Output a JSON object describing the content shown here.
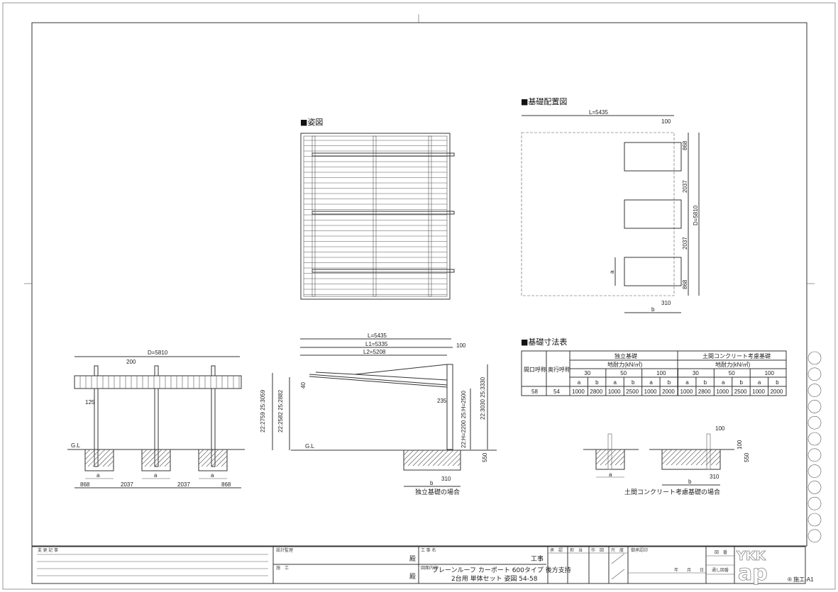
{
  "views": {
    "elevation_title": "■姿図",
    "foundation_layout_title": "■基礎配置図",
    "foundation_table_title": "■基礎寸法表"
  },
  "front_view": {
    "depth": "D=5810",
    "dim_200": "200",
    "dim_125": "125",
    "gl": "G.L",
    "a1": "a",
    "a2": "a",
    "a3": "a",
    "spacing": [
      "868",
      "2037",
      "2037",
      "868"
    ]
  },
  "side_view": {
    "L": "L=5435",
    "L1": "L1=5335",
    "L2": "L2=5208",
    "dim_100": "100",
    "dim_40": "40",
    "dim_235": "235",
    "h_left_outer": "22:2759 25:3059",
    "h_left_inner": "22:2582 25:2882",
    "h_post": "22:H=2200 25:H=2500",
    "h_right": "22:3030 25:3330",
    "depth_550": "550",
    "dim_310": "310",
    "b": "b",
    "gl": "G.L",
    "caption": "独立基礎の場合"
  },
  "layout_view": {
    "L": "L=5435",
    "dim_100": "100",
    "D": "D=5810",
    "spacing": [
      "868",
      "2037",
      "2037",
      "868"
    ],
    "a": "a",
    "b": "b",
    "dim_310": "310"
  },
  "table": {
    "col_span": "間口呼称",
    "col_depth": "奥行呼称",
    "group1": "独立基礎",
    "group2": "土間コンクリート考慮基礎",
    "bearing": "地耐力(kN/㎡)",
    "bearing2": "地耐力(kN/㎡)",
    "bearing_values": [
      "30",
      "50",
      "100",
      "30",
      "50",
      "100"
    ],
    "ab": [
      "a",
      "b",
      "a",
      "b",
      "a",
      "b",
      "a",
      "b",
      "a",
      "b",
      "a",
      "b"
    ],
    "row": {
      "span": "58",
      "depth": "54",
      "values": [
        "1000",
        "2800",
        "1000",
        "2500",
        "1000",
        "2000",
        "1000",
        "2800",
        "1000",
        "2500",
        "1000",
        "2000"
      ]
    }
  },
  "slab_detail": {
    "dim_100_top": "100",
    "dim_100_side": "100",
    "depth_550": "550",
    "dim_310": "310",
    "a": "a",
    "b": "b",
    "caption": "土間コンクリート考慮基礎の場合"
  },
  "title_block": {
    "change_record": "変 更 記 事",
    "design_supervisor": "設計監理",
    "construction": "施　工",
    "honorific1": "殿",
    "honorific2": "殿",
    "project_name_label": "工 事 名",
    "project_suffix": "工事",
    "contents_label": "図面内容",
    "contents_line1": "プレーンルーフ カーポート 600タイプ 後方支持",
    "contents_line2": "2台用 単体セット 姿図 54-58",
    "approval_cols": [
      "承　認",
      "担　当",
      "作　図",
      "尺　度"
    ],
    "customer_approval": "御承認印",
    "date": "年　　月　　日",
    "drawing_no": "図　番",
    "serial_no": "通し図番",
    "logo": "YKK ap",
    "sheet_code": "® 施工-A1"
  }
}
